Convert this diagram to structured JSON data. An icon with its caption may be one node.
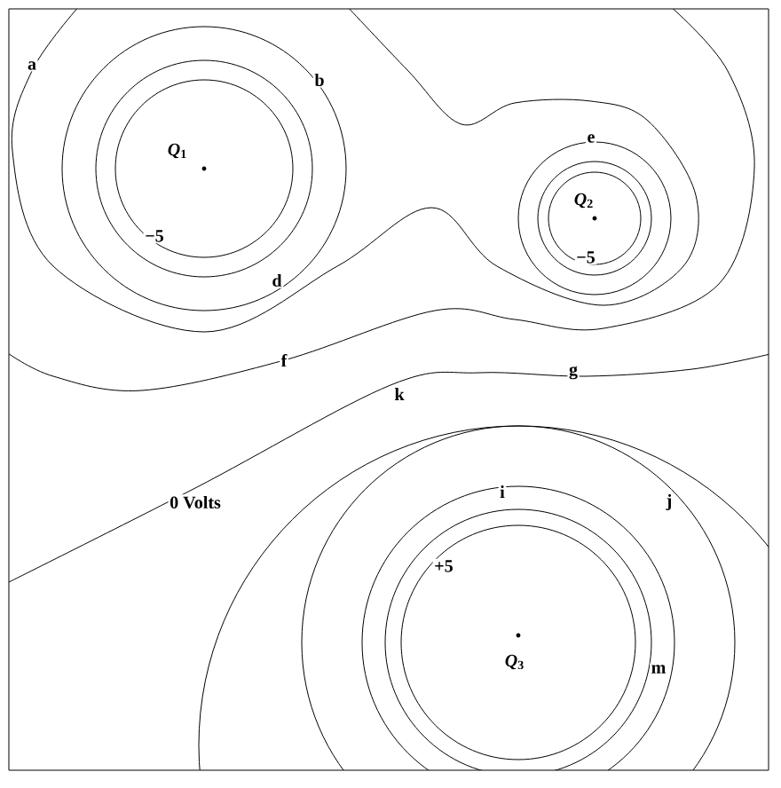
{
  "diagram": {
    "labels": [
      "a",
      "b",
      "e",
      "*Q*$_{1}$",
      "*Q*$_{2}$",
      "−5",
      "−5",
      "d",
      "f",
      "g",
      "k",
      "i",
      "0 Volts",
      "j",
      "+5",
      "*Q*$_{3}$",
      "m"
    ]
  }
}
